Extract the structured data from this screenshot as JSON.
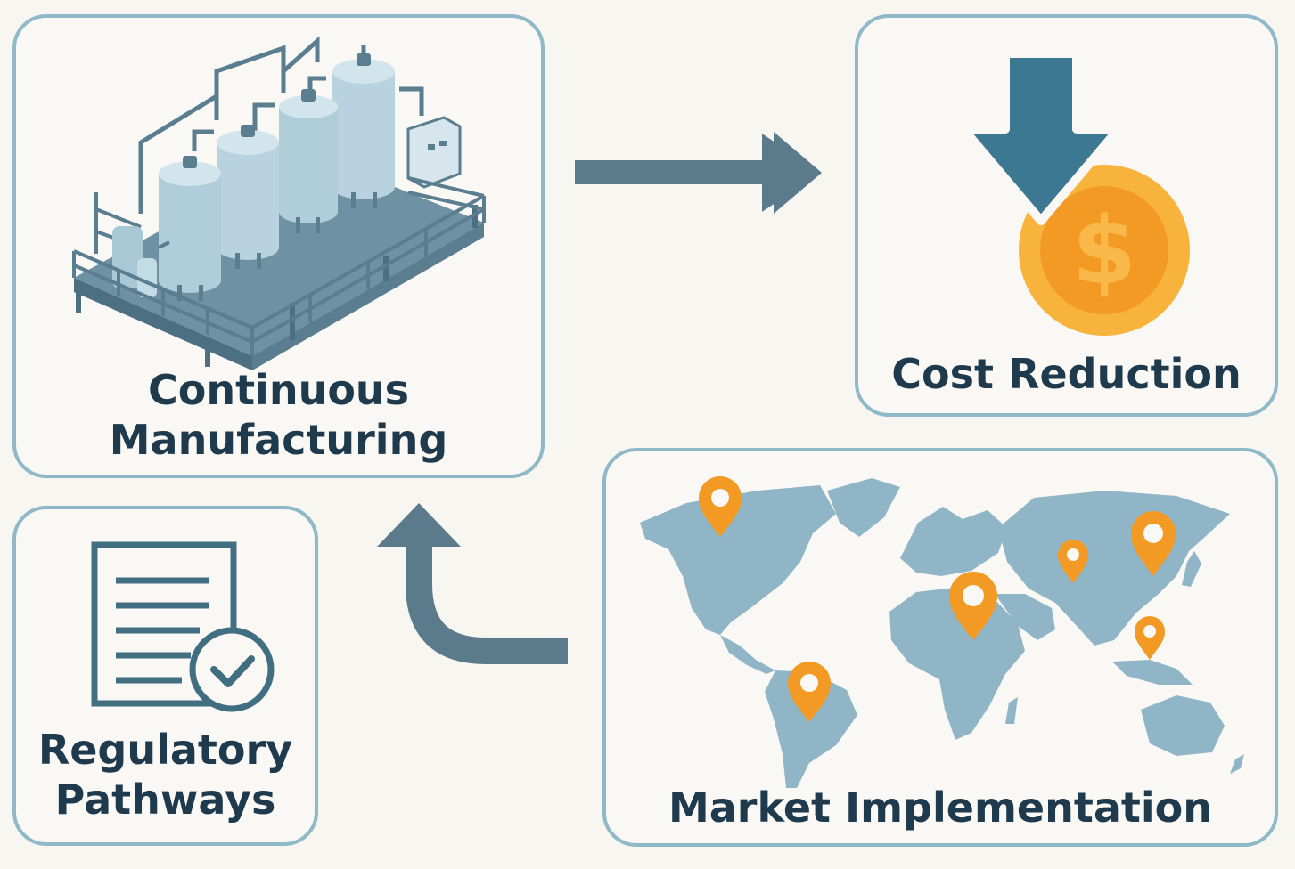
{
  "nodes": {
    "continuous_manufacturing": {
      "label_line1": "Continuous",
      "label_line2": "Manufacturing",
      "icon": "factory-tanks-icon"
    },
    "cost_reduction": {
      "label": "Cost Reduction",
      "icon": "cost-down-coin-icon"
    },
    "regulatory_pathways": {
      "label_line1": "Regulatory",
      "label_line2": "Pathways",
      "icon": "document-check-icon"
    },
    "market_implementation": {
      "label": "Market Implementation",
      "icon": "world-map-pins-icon"
    }
  },
  "coin_symbol": "$",
  "colors": {
    "card_border": "#8fb8c8",
    "card_fill": "#f9f8f4",
    "background": "#f8f6f1",
    "arrow": "#5b7b8c",
    "text": "#1f3a4d",
    "accent_orange": "#f29a24",
    "coin_yellow": "#f8b33c",
    "tank": "#b8d3df",
    "frame": "#5a7d8f",
    "map": "#8fb5c6"
  }
}
